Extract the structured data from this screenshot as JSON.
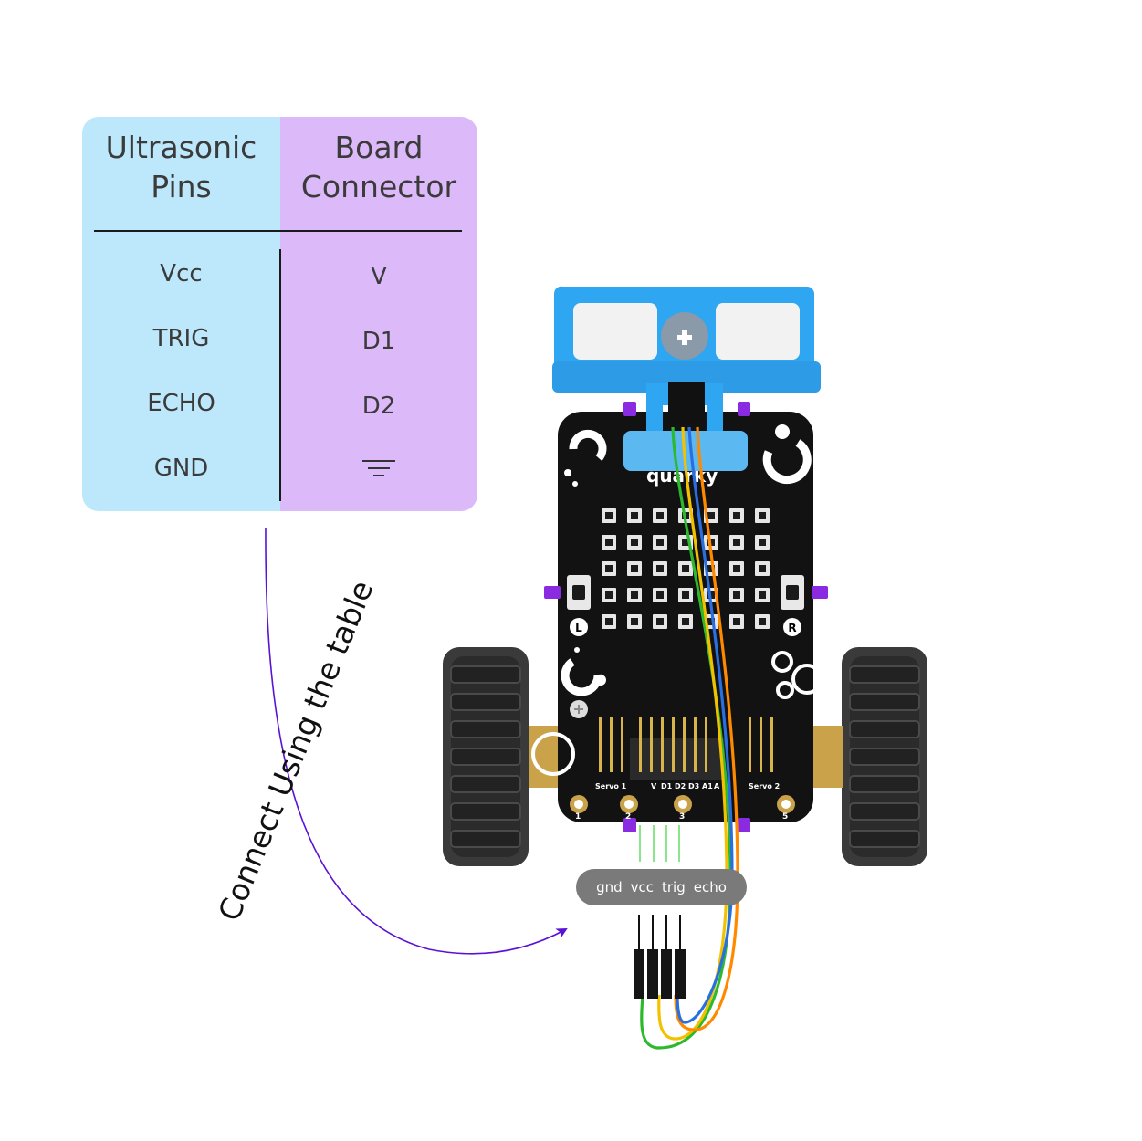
{
  "table": {
    "header_left": [
      "Ultrasonic",
      "Pins"
    ],
    "header_right": [
      "Board",
      "Connector"
    ],
    "rows": [
      {
        "pin": "Vcc",
        "connector": "V"
      },
      {
        "pin": "TRIG",
        "connector": "D1"
      },
      {
        "pin": "ECHO",
        "connector": "D2"
      },
      {
        "pin": "GND",
        "connector_icon": "ground-symbol-icon"
      }
    ]
  },
  "arrow_label": "Connect Using the table",
  "robot": {
    "brand": "quarky",
    "button_left": "L",
    "button_right": "R",
    "servo_left": "Servo 1",
    "servo_right": "Servo 2",
    "header_pins": [
      "V",
      "D1",
      "D2",
      "D3",
      "A1",
      "A"
    ],
    "pad_numbers": [
      "1",
      "2",
      "3",
      "5"
    ]
  },
  "wire_labels": [
    "gnd",
    "vcc",
    "trig",
    "echo"
  ],
  "colors": {
    "left_column": "#bde8fb",
    "right_column": "#dcbafa",
    "arrow": "#5a12d6",
    "sensor_mount": "#2ea6f2",
    "board": "#121212",
    "wire_green": "#2eb82e",
    "wire_yellow": "#f2c200",
    "wire_orange": "#ff8a00",
    "wire_blue": "#2a6fe0"
  }
}
